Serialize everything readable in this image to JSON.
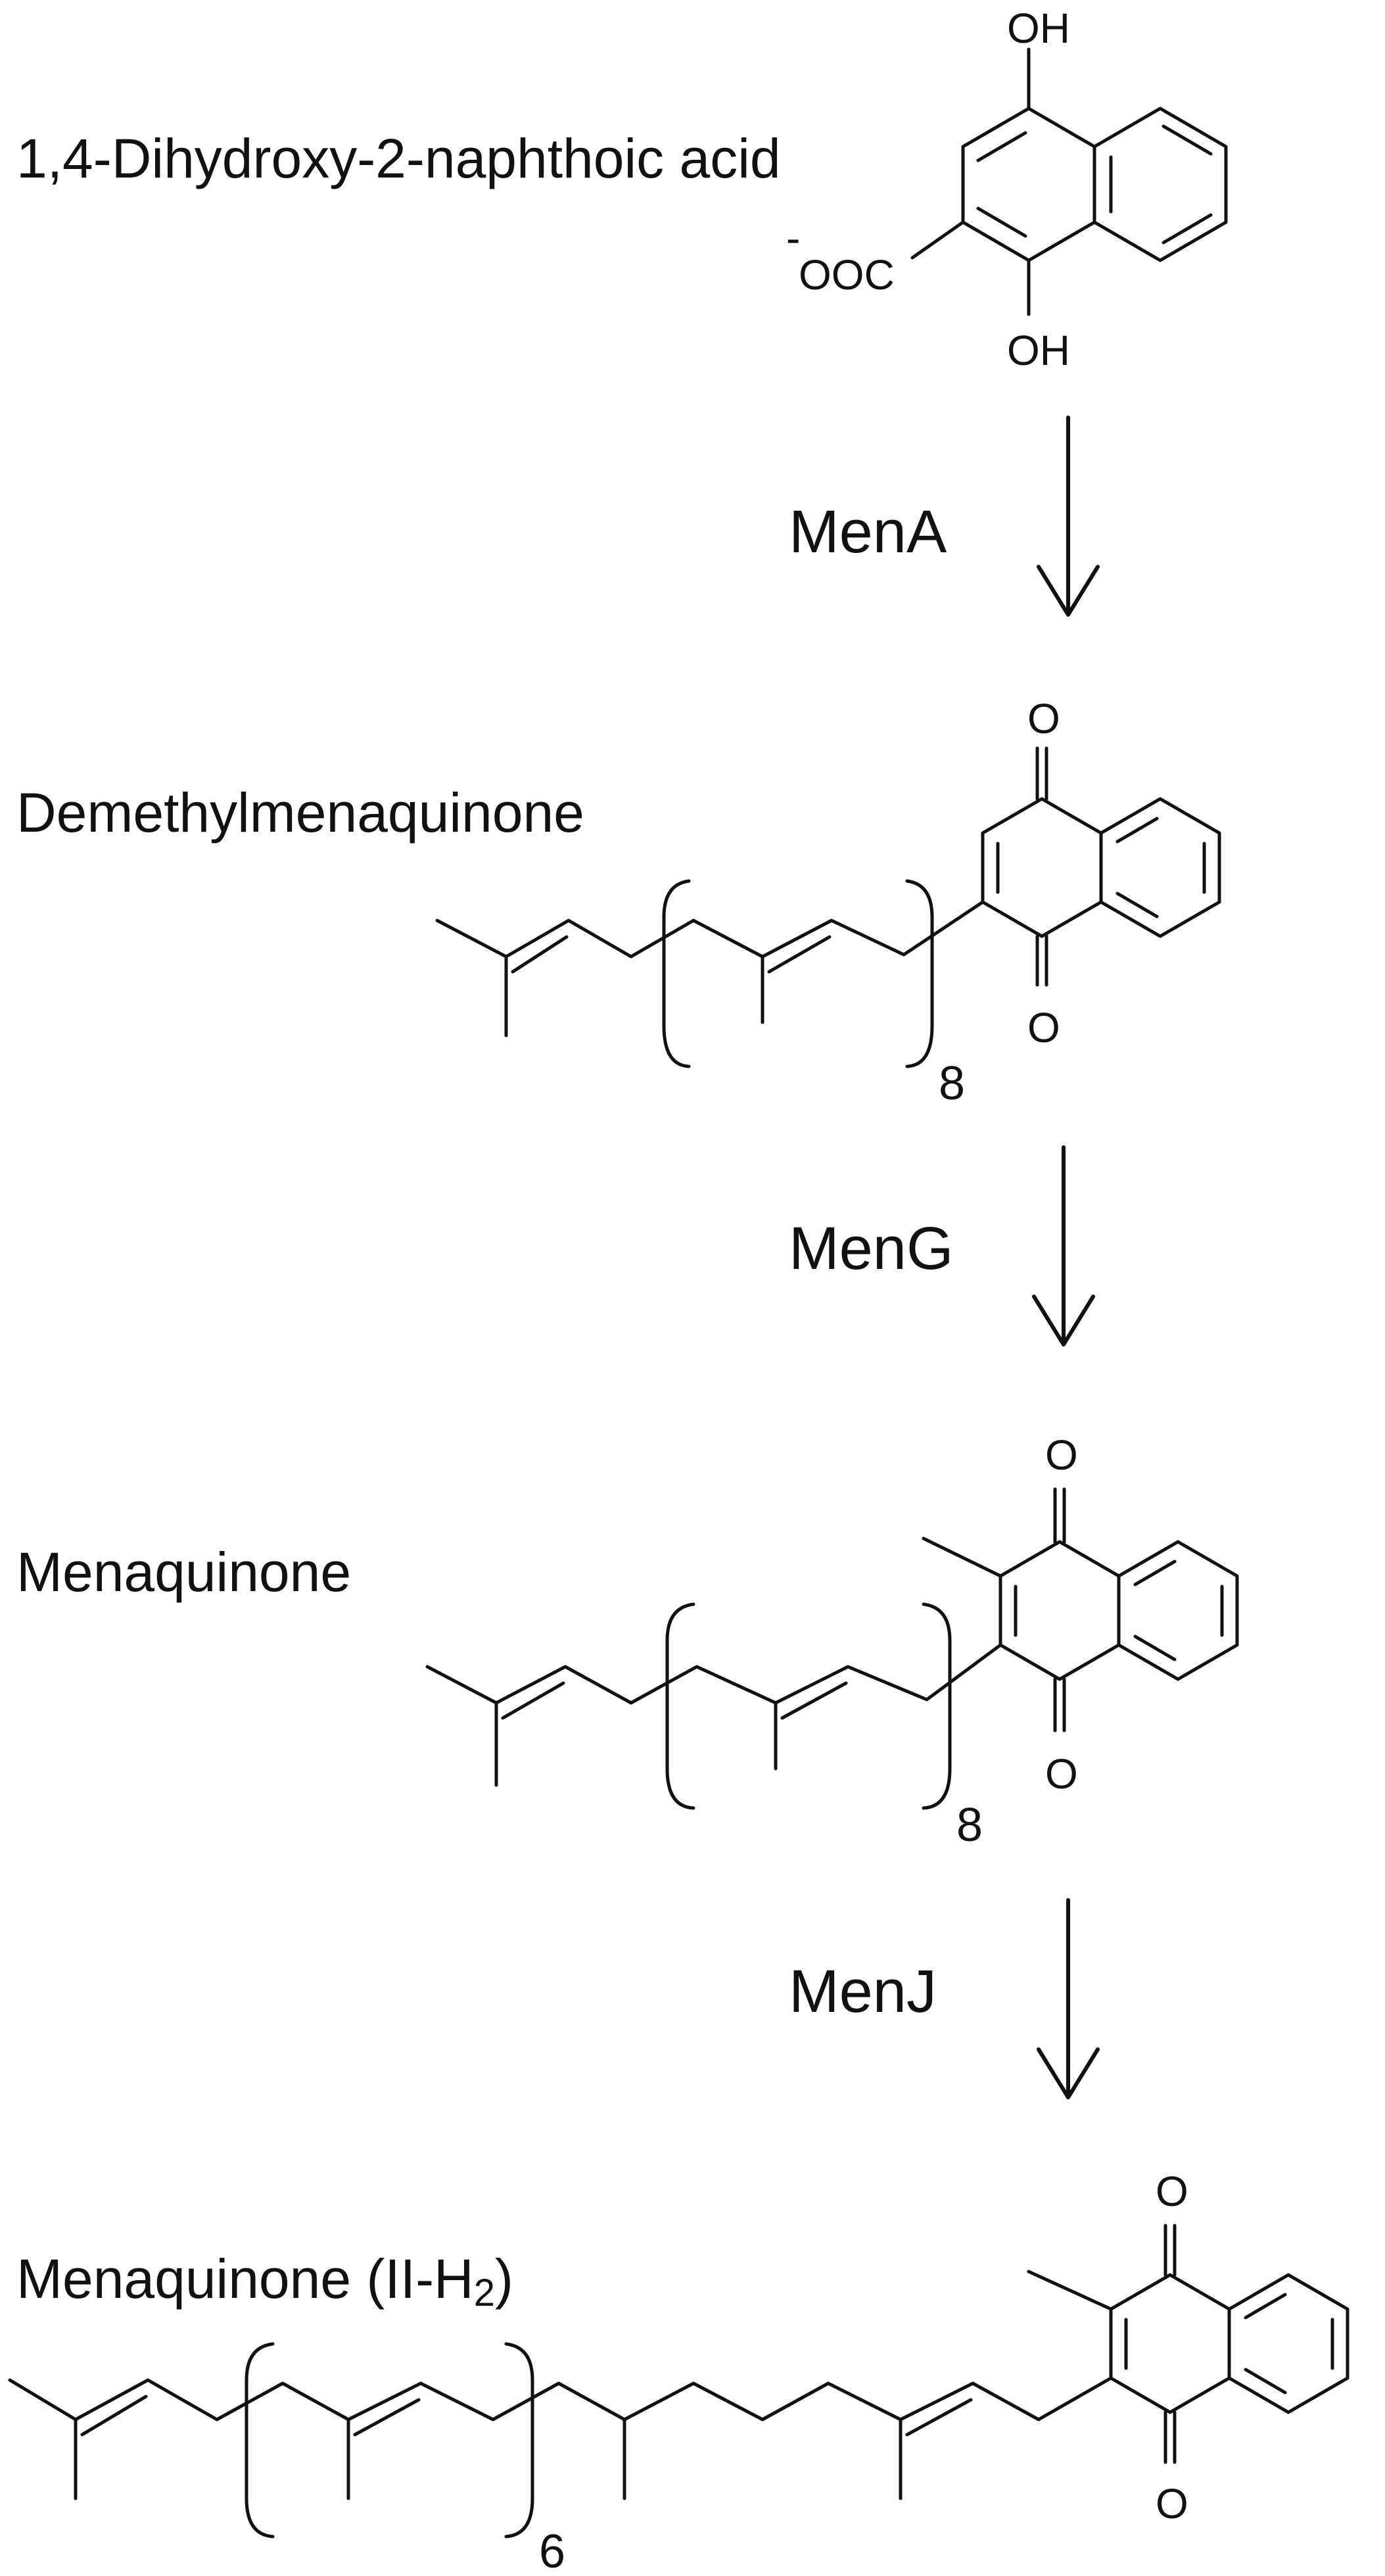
{
  "compounds": {
    "c1": {
      "name": "1,4-Dihydroxy-2-naphthoic acid",
      "atom_top": "OH",
      "atom_bottom": "OH",
      "carboxylate": "OOC",
      "charge": "-"
    },
    "c2": {
      "name": "Demethylmenaquinone",
      "atom_top": "O",
      "atom_bottom": "O",
      "repeat": "8"
    },
    "c3": {
      "name": "Menaquinone",
      "atom_top": "O",
      "atom_bottom": "O",
      "repeat": "8"
    },
    "c4": {
      "name_main": "Menaquinone (II-H",
      "name_sub": "2",
      "name_end": ")",
      "atom_top": "O",
      "atom_bottom": "O",
      "repeat": "6"
    }
  },
  "steps": [
    {
      "enzyme": "MenA"
    },
    {
      "enzyme": "MenG"
    },
    {
      "enzyme": "MenJ"
    }
  ]
}
